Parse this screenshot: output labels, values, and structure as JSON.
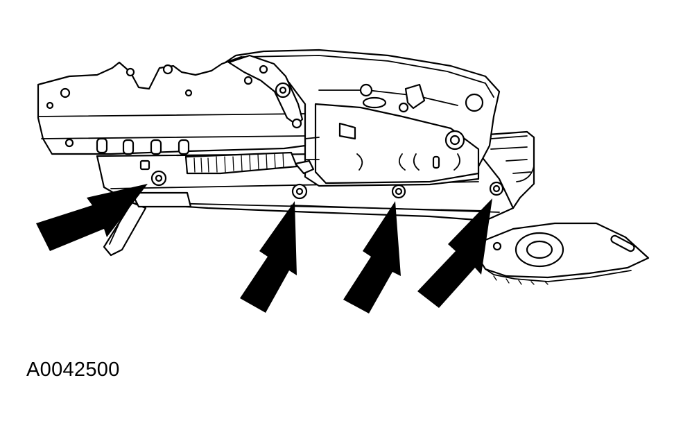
{
  "figure": {
    "code": "A0042500",
    "ink_color": "#000000",
    "background_color": "#ffffff",
    "arrow_count": 4,
    "fastener_count": 4
  }
}
